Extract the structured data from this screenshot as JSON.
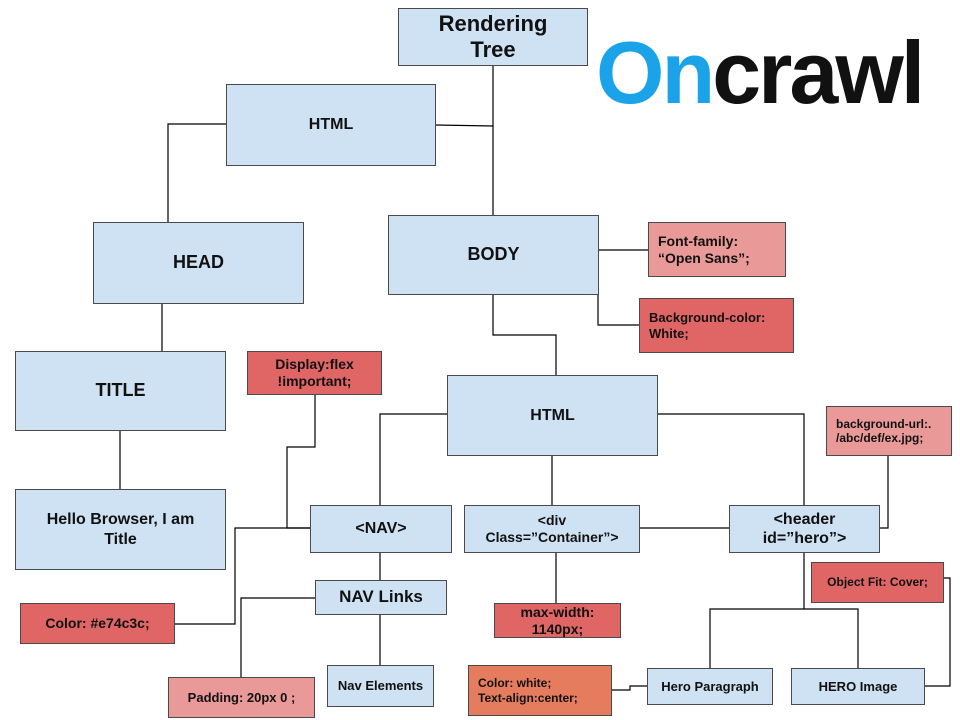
{
  "logo": {
    "part1": "On",
    "part2": "crawl",
    "accent": "#1aa3e8"
  },
  "nodes": {
    "root": "Rendering\nTree",
    "html_top": "HTML",
    "head": "HEAD",
    "body": "BODY",
    "title": "TITLE",
    "title_text": "Hello Browser, I am\nTitle",
    "font_family": "Font-family:\n“Open Sans”;",
    "bg_color": "Background-color:\nWhite;",
    "display_flex": "Display:flex\n!important;",
    "html_inner": "HTML",
    "bg_url": "background-url:.\n/abc/def/ex.jpg;",
    "nav": "<NAV>",
    "div_container": "<div\nClass=”Container”>",
    "header_hero": "<header\nid=”hero”>",
    "color_red": "Color: #e74c3c;",
    "nav_links": "NAV Links",
    "max_width": "max-width:\n1140px;",
    "object_fit": "Object Fit: Cover;",
    "padding": "Padding: 20px  0 ;",
    "nav_elements": "Nav Elements",
    "color_white": "Color: white;\nText-align:center;",
    "hero_paragraph": "Hero Paragraph",
    "hero_image": "HERO Image"
  },
  "colors": {
    "blue": "#cfe2f3",
    "pink": "#ea9999",
    "red": "#e06666",
    "orange": "#e67c5e",
    "line": "#000000"
  }
}
